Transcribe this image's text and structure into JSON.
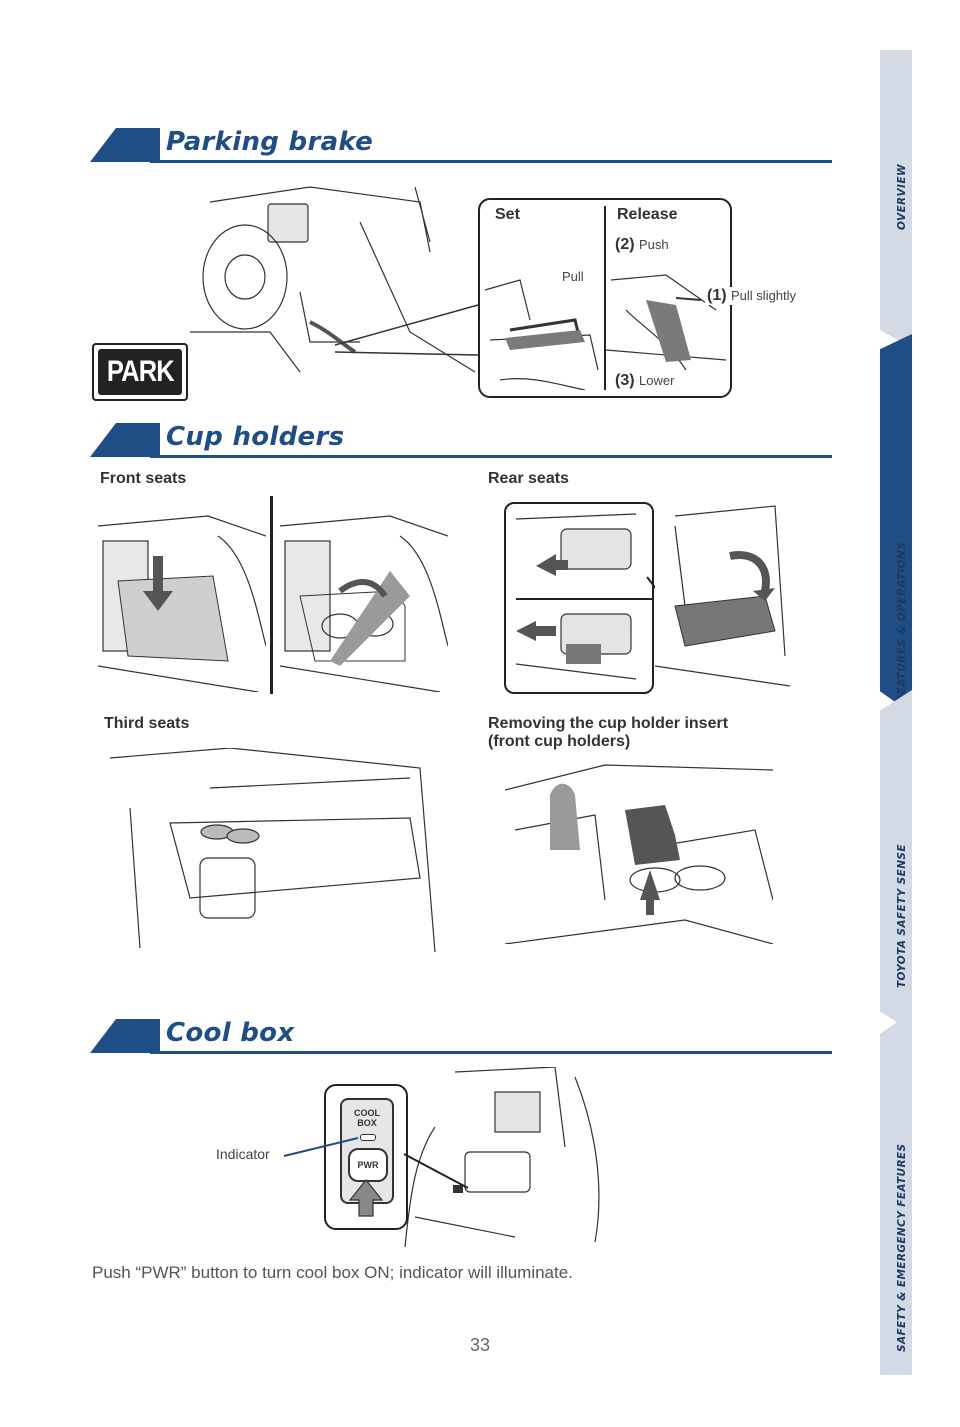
{
  "side_nav": {
    "items": [
      {
        "label": "OVERVIEW"
      },
      {
        "label": "FEATURES & OPERATIONS"
      },
      {
        "label": "TOYOTA SAFETY SENSE"
      },
      {
        "label": "SAFETY & EMERGENCY FEATURES"
      }
    ],
    "colors": {
      "inactive": "#d3d9e5",
      "active": "#1f4d86"
    }
  },
  "parking_brake": {
    "title": "Parking brake",
    "park_badge": "PARK",
    "set_label": "Set",
    "release_label": "Release",
    "pull": "Pull",
    "step1_num": "(1)",
    "step1_text": "Pull slightly",
    "step2_num": "(2)",
    "step2_text": "Push",
    "step3_num": "(3)",
    "step3_text": "Lower"
  },
  "cup_holders": {
    "title": "Cup holders",
    "front_seats": "Front seats",
    "rear_seats": "Rear seats",
    "third_seats": "Third seats",
    "removing_line1": "Removing the cup holder insert",
    "removing_line2": "(front cup holders)"
  },
  "cool_box": {
    "title": "Cool box",
    "indicator": "Indicator",
    "button_top1": "COOL",
    "button_top2": "BOX",
    "button_pwr": "PWR",
    "caption": "Push “PWR” button to turn cool box ON; indicator will illuminate."
  },
  "page_number": "33",
  "accent_color": "#1f4d86"
}
